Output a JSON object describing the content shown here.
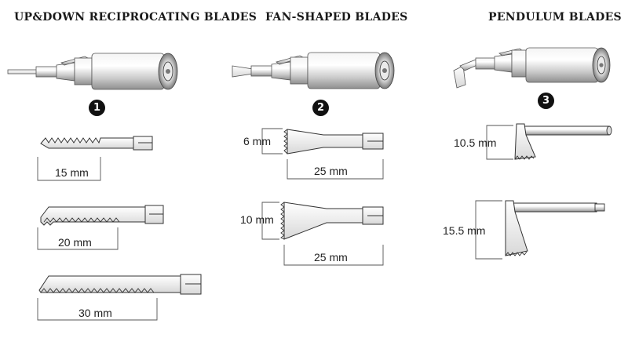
{
  "sections": [
    {
      "title": "UP&DOWN RECIPROCATING BLADES",
      "number": "1",
      "blades": [
        {
          "dimension": "15 mm"
        },
        {
          "dimension": "20 mm"
        },
        {
          "dimension": "30 mm"
        }
      ]
    },
    {
      "title": "FAN-SHAPED BLADES",
      "number": "2",
      "blades": [
        {
          "height": "6 mm",
          "length": "25 mm"
        },
        {
          "height": "10 mm",
          "length": "25 mm"
        }
      ]
    },
    {
      "title": "PENDULUM BLADES",
      "number": "3",
      "blades": [
        {
          "height": "10.5 mm"
        },
        {
          "height": "15.5 mm"
        }
      ]
    }
  ]
}
